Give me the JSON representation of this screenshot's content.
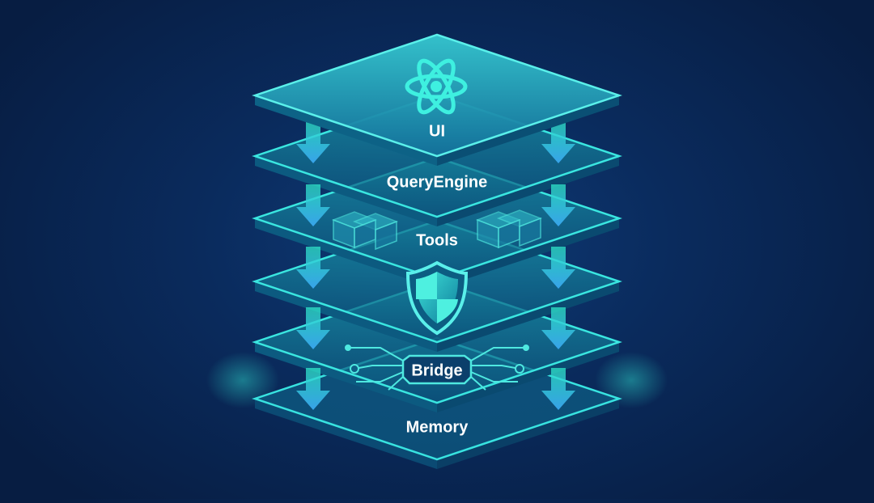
{
  "diagram": {
    "layers": [
      {
        "id": "ui",
        "label": "UI",
        "icon": "react-atom-icon"
      },
      {
        "id": "queryengine",
        "label": "QueryEngine",
        "icon": null
      },
      {
        "id": "tools",
        "label": "Tools",
        "icon": "box-stack-icon"
      },
      {
        "id": "security",
        "label": "",
        "icon": "shield-icon"
      },
      {
        "id": "bridge",
        "label": "Bridge",
        "icon": "circuit-icon"
      },
      {
        "id": "memory",
        "label": "Memory",
        "icon": null
      }
    ],
    "flow_direction": "down",
    "colors": {
      "background": "#0a2b5d",
      "accent": "#2fe0e0",
      "layer_fill": "#0f6f8a",
      "arrow": "#3ab7ee",
      "text": "#ffffff"
    }
  }
}
